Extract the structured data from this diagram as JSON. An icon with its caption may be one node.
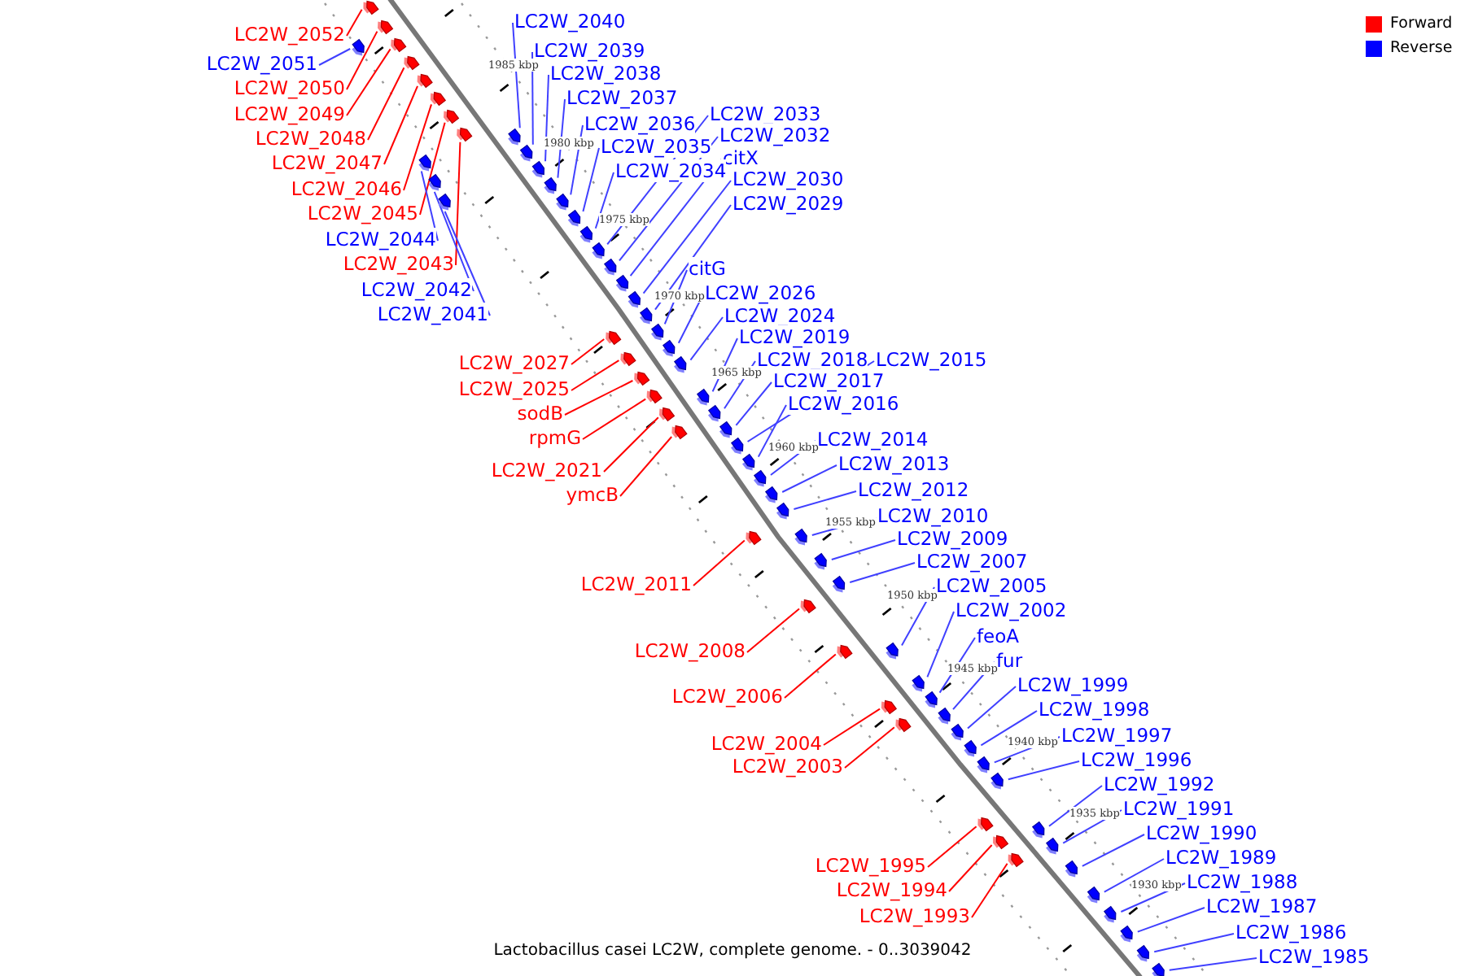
{
  "diagram": {
    "caption": "Lactobacillus casei LC2W, complete genome. - 0..3039042",
    "nodes": [
      {
        "text": [
          "LC2W_2040"
        ]
      },
      {
        "text": [],
        "shape": "box"
      },
      {
        "text": [
          "LC2W_2052"
        ]
      },
      {
        "text": [],
        "shape": "box"
      },
      {
        "text": [
          "LC2W_2039"
        ]
      },
      {
        "text": [],
        "shape": "box"
      },
      {
        "text": [
          "LC2W_2051"
        ]
      },
      {
        "text": [],
        "shape": "box"
      },
      {
        "text": [
          "LC2W_2038"
        ]
      },
      {
        "text": [],
        "shape": "box"
      },
      {
        "text": [
          "LC2W_2050"
        ]
      },
      {
        "text": [],
        "shape": "box"
      },
      {
        "text": [
          "LC2W_2037"
        ]
      },
      {
        "text": [],
        "shape": "box"
      },
      {
        "text": [
          "LC2W_2049"
        ]
      },
      {
        "text": [],
        "shape": "box"
      },
      {
        "text": [
          "LC2W_2033"
        ]
      },
      {
        "text": [],
        "shape": "box"
      },
      {
        "text": [
          "LC2W_2036"
        ]
      },
      {
        "text": [],
        "shape": "box"
      },
      {
        "text": [
          "LC2W_2032"
        ]
      },
      {
        "text": [],
        "shape": "box"
      },
      {
        "text": [
          "LC2W_2048"
        ]
      },
      {
        "text": [],
        "shape": "box"
      },
      {
        "text": [
          "LC2W_2035"
        ]
      },
      {
        "text": [],
        "shape": "box"
      },
      {
        "text": [
          "citX"
        ]
      },
      {
        "text": [],
        "shape": "box"
      },
      {
        "text": [
          "LC2W_2047"
        ]
      },
      {
        "text": [],
        "shape": "box"
      },
      {
        "text": [
          "LC2W_2034"
        ]
      },
      {
        "text": [],
        "shape": "box"
      },
      {
        "text": [
          "LC2W_2030"
        ]
      },
      {
        "text": [],
        "shape": "box"
      },
      {
        "text": [
          "LC2W_2046"
        ]
      },
      {
        "text": [],
        "shape": "box"
      },
      {
        "text": [
          "LC2W_2029"
        ]
      },
      {
        "text": [],
        "shape": "box"
      },
      {
        "text": [
          "LC2W_2045"
        ]
      },
      {
        "text": [],
        "shape": "box"
      },
      {
        "text": [
          "LC2W_2044"
        ]
      },
      {
        "text": [],
        "shape": "box"
      },
      {
        "text": [
          "LC2W_2043"
        ]
      },
      {
        "text": [],
        "shape": "box"
      },
      {
        "text": [
          "citG"
        ]
      },
      {
        "text": [],
        "shape": "box"
      },
      {
        "text": [
          "LC2W_2042"
        ]
      },
      {
        "text": [],
        "shape": "box"
      },
      {
        "text": [
          "LC2W_2026"
        ]
      },
      {
        "text": [],
        "shape": "box"
      },
      {
        "text": [
          "LC2W_2041"
        ]
      },
      {
        "text": [],
        "shape": "box"
      },
      {
        "text": [
          "LC2W_2024"
        ]
      },
      {
        "text": [],
        "shape": "box"
      },
      {
        "text": [
          "LC2W_2019"
        ]
      },
      {
        "text": [],
        "shape": "box"
      },
      {
        "text": [
          "LC2W_2015"
        ]
      },
      {
        "text": [],
        "shape": "box"
      },
      {
        "text": [
          "LC2W_2018"
        ]
      },
      {
        "text": [],
        "shape": "box"
      },
      {
        "text": [
          "LC2W_2027"
        ]
      },
      {
        "text": [],
        "shape": "box"
      },
      {
        "text": [
          "LC2W_2017"
        ]
      },
      {
        "text": [],
        "shape": "box"
      },
      {
        "text": [
          "LC2W_2025"
        ]
      },
      {
        "text": [],
        "shape": "box"
      },
      {
        "text": [
          "LC2W_2016"
        ]
      },
      {
        "text": [],
        "shape": "box"
      },
      {
        "text": [
          "sodB"
        ]
      },
      {
        "text": [],
        "shape": "box"
      },
      {
        "text": [
          "rpmG"
        ]
      },
      {
        "text": [],
        "shape": "box"
      },
      {
        "text": [
          "LC2W_2014"
        ]
      },
      {
        "text": [],
        "shape": "box"
      },
      {
        "text": [
          "LC2W_2013"
        ]
      },
      {
        "text": [],
        "shape": "box"
      },
      {
        "text": [
          "LC2W_2021"
        ]
      },
      {
        "text": [],
        "shape": "box"
      },
      {
        "text": [
          "LC2W_2012"
        ]
      },
      {
        "text": [],
        "shape": "box"
      },
      {
        "text": [
          "ymcB"
        ]
      },
      {
        "text": [],
        "shape": "box"
      },
      {
        "text": [
          "LC2W_2010"
        ]
      },
      {
        "text": [],
        "shape": "box"
      },
      {
        "text": [
          "LC2W_2009"
        ]
      },
      {
        "text": [],
        "shape": "box"
      },
      {
        "text": [
          "LC2W_2007"
        ]
      },
      {
        "text": [],
        "shape": "box"
      },
      {
        "text": [
          "LC2W_2011"
        ]
      },
      {
        "text": [],
        "shape": "box"
      },
      {
        "text": [
          "LC2W_2005"
        ]
      },
      {
        "text": [],
        "shape": "box"
      },
      {
        "text": [
          "LC2W_2002"
        ]
      },
      {
        "text": [],
        "shape": "box"
      },
      {
        "text": [
          "feoA"
        ]
      },
      {
        "text": [],
        "shape": "box"
      },
      {
        "text": [
          "LC2W_2008"
        ]
      },
      {
        "text": [],
        "shape": "box"
      },
      {
        "text": [
          "fur"
        ]
      },
      {
        "text": [],
        "shape": "box"
      },
      {
        "text": [
          "LC2W_1999"
        ]
      },
      {
        "text": [],
        "shape": "box"
      },
      {
        "text": [
          "LC2W_2006"
        ]
      },
      {
        "text": [],
        "shape": "box"
      },
      {
        "text": [
          "LC2W_1998"
        ]
      },
      {
        "text": [],
        "shape": "box"
      },
      {
        "text": [
          "LC2W_1997"
        ]
      },
      {
        "text": [],
        "shape": "box"
      },
      {
        "text": [
          "LC2W_2004"
        ]
      },
      {
        "text": [],
        "shape": "box"
      },
      {
        "text": [
          "LC2W_1996"
        ]
      },
      {
        "text": [],
        "shape": "box"
      },
      {
        "text": [
          "LC2W_2003"
        ]
      },
      {
        "text": [],
        "shape": "box"
      },
      {
        "text": [
          "LC2W_1992"
        ]
      },
      {
        "text": [],
        "shape": "box"
      },
      {
        "text": [
          "LC2W_1991"
        ]
      },
      {
        "text": [],
        "shape": "box"
      },
      {
        "text": [
          "LC2W_1990"
        ]
      },
      {
        "text": [],
        "shape": "box"
      },
      {
        "text": [
          "LC2W_1989"
        ]
      },
      {
        "text": [],
        "shape": "box"
      },
      {
        "text": [
          "LC2W_1995"
        ]
      },
      {
        "text": [],
        "shape": "box"
      },
      {
        "text": [
          "LC2W_1988"
        ]
      },
      {
        "text": [],
        "shape": "box"
      },
      {
        "text": [
          "LC2W_1994"
        ]
      },
      {
        "text": [],
        "shape": "box"
      },
      {
        "text": [
          "LC2W_1987"
        ]
      },
      {
        "text": [],
        "shape": "box"
      },
      {
        "text": [
          "LC2W_1993"
        ]
      },
      {
        "text": [],
        "shape": "box"
      },
      {
        "text": [
          "LC2W_1986"
        ]
      },
      {
        "text": [],
        "shape": "box"
      },
      {
        "text": [
          "LC2W_1985"
        ]
      },
      {
        "text": [],
        "shape": "box"
      }
    ],
    "edges": [
      {
        "from": 0,
        "to": 1,
        "arrow": "none"
      },
      {
        "from": 2,
        "to": 3,
        "arrow": "none",
        "color": "#ff0000"
      },
      {
        "from": 4,
        "to": 5,
        "arrow": "none"
      },
      {
        "from": 6,
        "to": 7,
        "arrow": "none"
      },
      {
        "from": 8,
        "to": 9,
        "arrow": "none"
      },
      {
        "from": 10,
        "to": 11,
        "arrow": "none",
        "color": "#ff0000"
      },
      {
        "from": 12,
        "to": 13,
        "arrow": "none"
      },
      {
        "from": 14,
        "to": 15,
        "arrow": "none",
        "color": "#ff0000"
      },
      {
        "from": 16,
        "to": 17,
        "arrow": "none"
      },
      {
        "from": 18,
        "to": 19,
        "arrow": "none"
      },
      {
        "from": 20,
        "to": 21,
        "arrow": "none"
      },
      {
        "from": 22,
        "to": 23,
        "arrow": "none",
        "color": "#ff0000"
      },
      {
        "from": 24,
        "to": 25,
        "arrow": "none"
      },
      {
        "from": 26,
        "to": 27,
        "arrow": "none"
      },
      {
        "from": 28,
        "to": 29,
        "arrow": "none",
        "color": "#ff0000"
      },
      {
        "from": 30,
        "to": 31,
        "arrow": "none"
      },
      {
        "from": 32,
        "to": 33,
        "arrow": "none"
      },
      {
        "from": 34,
        "to": 35,
        "arrow": "none",
        "color": "#ff0000"
      },
      {
        "from": 36,
        "to": 37,
        "arrow": "none"
      },
      {
        "from": 38,
        "to": 39,
        "arrow": "none",
        "color": "#ff0000"
      },
      {
        "from": 40,
        "to": 41,
        "arrow": "none"
      },
      {
        "from": 42,
        "to": 43,
        "arrow": "none",
        "color": "#ff0000"
      },
      {
        "from": 44,
        "to": 45,
        "arrow": "none"
      },
      {
        "from": 46,
        "to": 47,
        "arrow": "none"
      },
      {
        "from": 48,
        "to": 49,
        "arrow": "none"
      },
      {
        "from": 50,
        "to": 51,
        "arrow": "none"
      },
      {
        "from": 52,
        "to": 53,
        "arrow": "none"
      },
      {
        "from": 54,
        "to": 55,
        "arrow": "none"
      },
      {
        "from": 56,
        "to": 57,
        "arrow": "none"
      },
      {
        "from": 58,
        "to": 59,
        "arrow": "none"
      },
      {
        "from": 60,
        "to": 61,
        "arrow": "none",
        "color": "#ff0000"
      },
      {
        "from": 62,
        "to": 63,
        "arrow": "none"
      },
      {
        "from": 64,
        "to": 65,
        "arrow": "none",
        "color": "#ff0000"
      },
      {
        "from": 66,
        "to": 67,
        "arrow": "none"
      },
      {
        "from": 68,
        "to": 69,
        "arrow": "none",
        "color": "#ff0000"
      },
      {
        "from": 70,
        "to": 71,
        "arrow": "none",
        "color": "#ff0000"
      },
      {
        "from": 72,
        "to": 73,
        "arrow": "none"
      },
      {
        "from": 74,
        "to": 75,
        "arrow": "none"
      },
      {
        "from": 76,
        "to": 77,
        "arrow": "none",
        "color": "#ff0000"
      },
      {
        "from": 78,
        "to": 79,
        "arrow": "none"
      },
      {
        "from": 80,
        "to": 81,
        "arrow": "none",
        "color": "#ff0000"
      },
      {
        "from": 82,
        "to": 83,
        "arrow": "none"
      },
      {
        "from": 84,
        "to": 85,
        "arrow": "none"
      },
      {
        "from": 86,
        "to": 87,
        "arrow": "none"
      },
      {
        "from": 88,
        "to": 89,
        "arrow": "none",
        "color": "#ff0000"
      },
      {
        "from": 90,
        "to": 91,
        "arrow": "none"
      },
      {
        "from": 92,
        "to": 93,
        "arrow": "none"
      },
      {
        "from": 94,
        "to": 95,
        "arrow": "none"
      },
      {
        "from": 96,
        "to": 97,
        "arrow": "none",
        "color": "#ff0000"
      },
      {
        "from": 98,
        "to": 99,
        "arrow": "none"
      },
      {
        "from": 100,
        "to": 101,
        "arrow": "none"
      },
      {
        "from": 102,
        "to": 103,
        "arrow": "none",
        "color": "#ff0000"
      },
      {
        "from": 104,
        "to": 105,
        "arrow": "none"
      },
      {
        "from": 106,
        "to": 107,
        "arrow": "none"
      },
      {
        "from": 108,
        "to": 109,
        "arrow": "none",
        "color": "#ff0000"
      },
      {
        "from": 110,
        "to": 111,
        "arrow": "none"
      },
      {
        "from": 112,
        "to": 113,
        "arrow": "none",
        "color": "#ff0000"
      },
      {
        "from": 114,
        "to": 115,
        "arrow": "none"
      },
      {
        "from": 116,
        "to": 117,
        "arrow": "none"
      },
      {
        "from": 118,
        "to": 119,
        "arrow": "none"
      },
      {
        "from": 120,
        "to": 121,
        "arrow": "none"
      },
      {
        "from": 122,
        "to": 123,
        "arrow": "none",
        "color": "#ff0000"
      },
      {
        "from": 124,
        "to": 125,
        "arrow": "none"
      },
      {
        "from": 126,
        "to": 127,
        "arrow": "none",
        "color": "#ff0000"
      },
      {
        "from": 128,
        "to": 129,
        "arrow": "none"
      },
      {
        "from": 130,
        "to": 131,
        "arrow": "none",
        "color": "#ff0000"
      },
      {
        "from": 132,
        "to": 133,
        "arrow": "none"
      },
      {
        "from": 134,
        "to": 135,
        "arrow": "none"
      }
    ],
    "labels": [
      "1985 kbp",
      "1980 kbp",
      "1975 kbp",
      "1970 kbp",
      "1965 kbp",
      "1960 kbp",
      "1955 kbp",
      "1950 kbp",
      "1945 kbp",
      "1940 kbp",
      "1935 kbp",
      "1930 kbp"
    ],
    "legend": [
      {
        "text": "Forward",
        "color": "#ff0000"
      },
      {
        "text": "Reverse",
        "color": "#0000ff"
      }
    ]
  }
}
